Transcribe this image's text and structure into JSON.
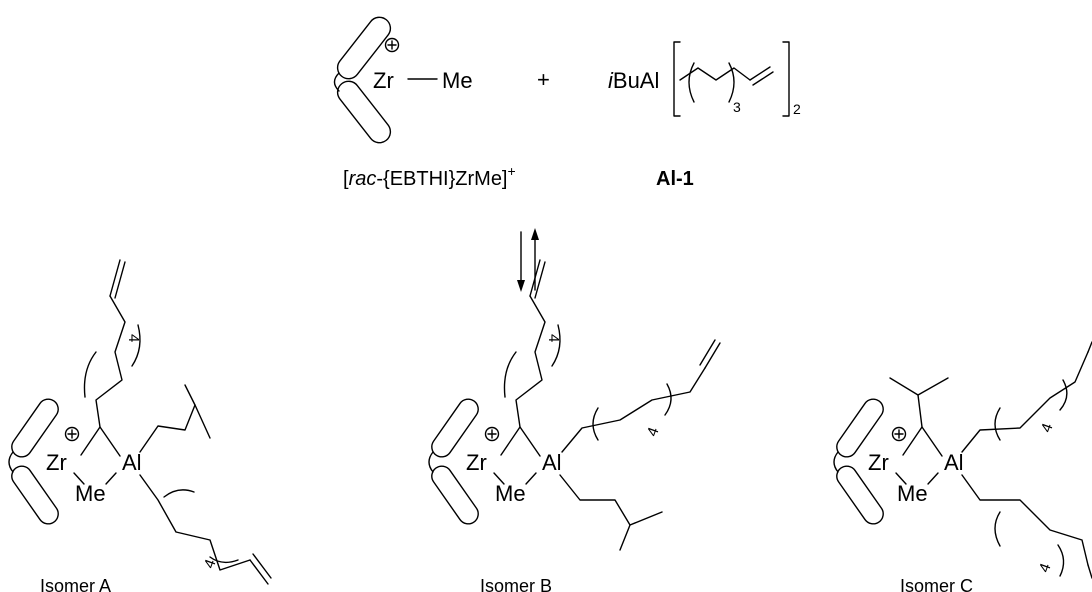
{
  "reactants": {
    "zr_cation": {
      "metal": "Zr",
      "charge": "+",
      "methyl": "Me",
      "caption_prefix": "[",
      "caption_italic": "rac",
      "caption_rest": "-{EBTHI}ZrMe]",
      "caption_sup": "+"
    },
    "plus_sign": "+",
    "aluminum": {
      "prefix_italic": "i",
      "prefix": "BuAl",
      "chain_count": "3",
      "multiplier": "2",
      "caption": "Al-1"
    }
  },
  "equilibrium": "reversible",
  "isomers": [
    {
      "label": "Isomer A",
      "metal": "Zr",
      "charge": "+",
      "al": "Al",
      "methyl": "Me",
      "repeat_top": "4",
      "repeat_bottom": "4"
    },
    {
      "label": "Isomer B",
      "metal": "Zr",
      "charge": "+",
      "al": "Al",
      "methyl": "Me",
      "repeat_top": "4",
      "repeat_right": "4"
    },
    {
      "label": "Isomer C",
      "metal": "Zr",
      "charge": "+",
      "al": "Al",
      "methyl": "Me",
      "repeat_right": "4",
      "repeat_bottom": "4"
    }
  ]
}
